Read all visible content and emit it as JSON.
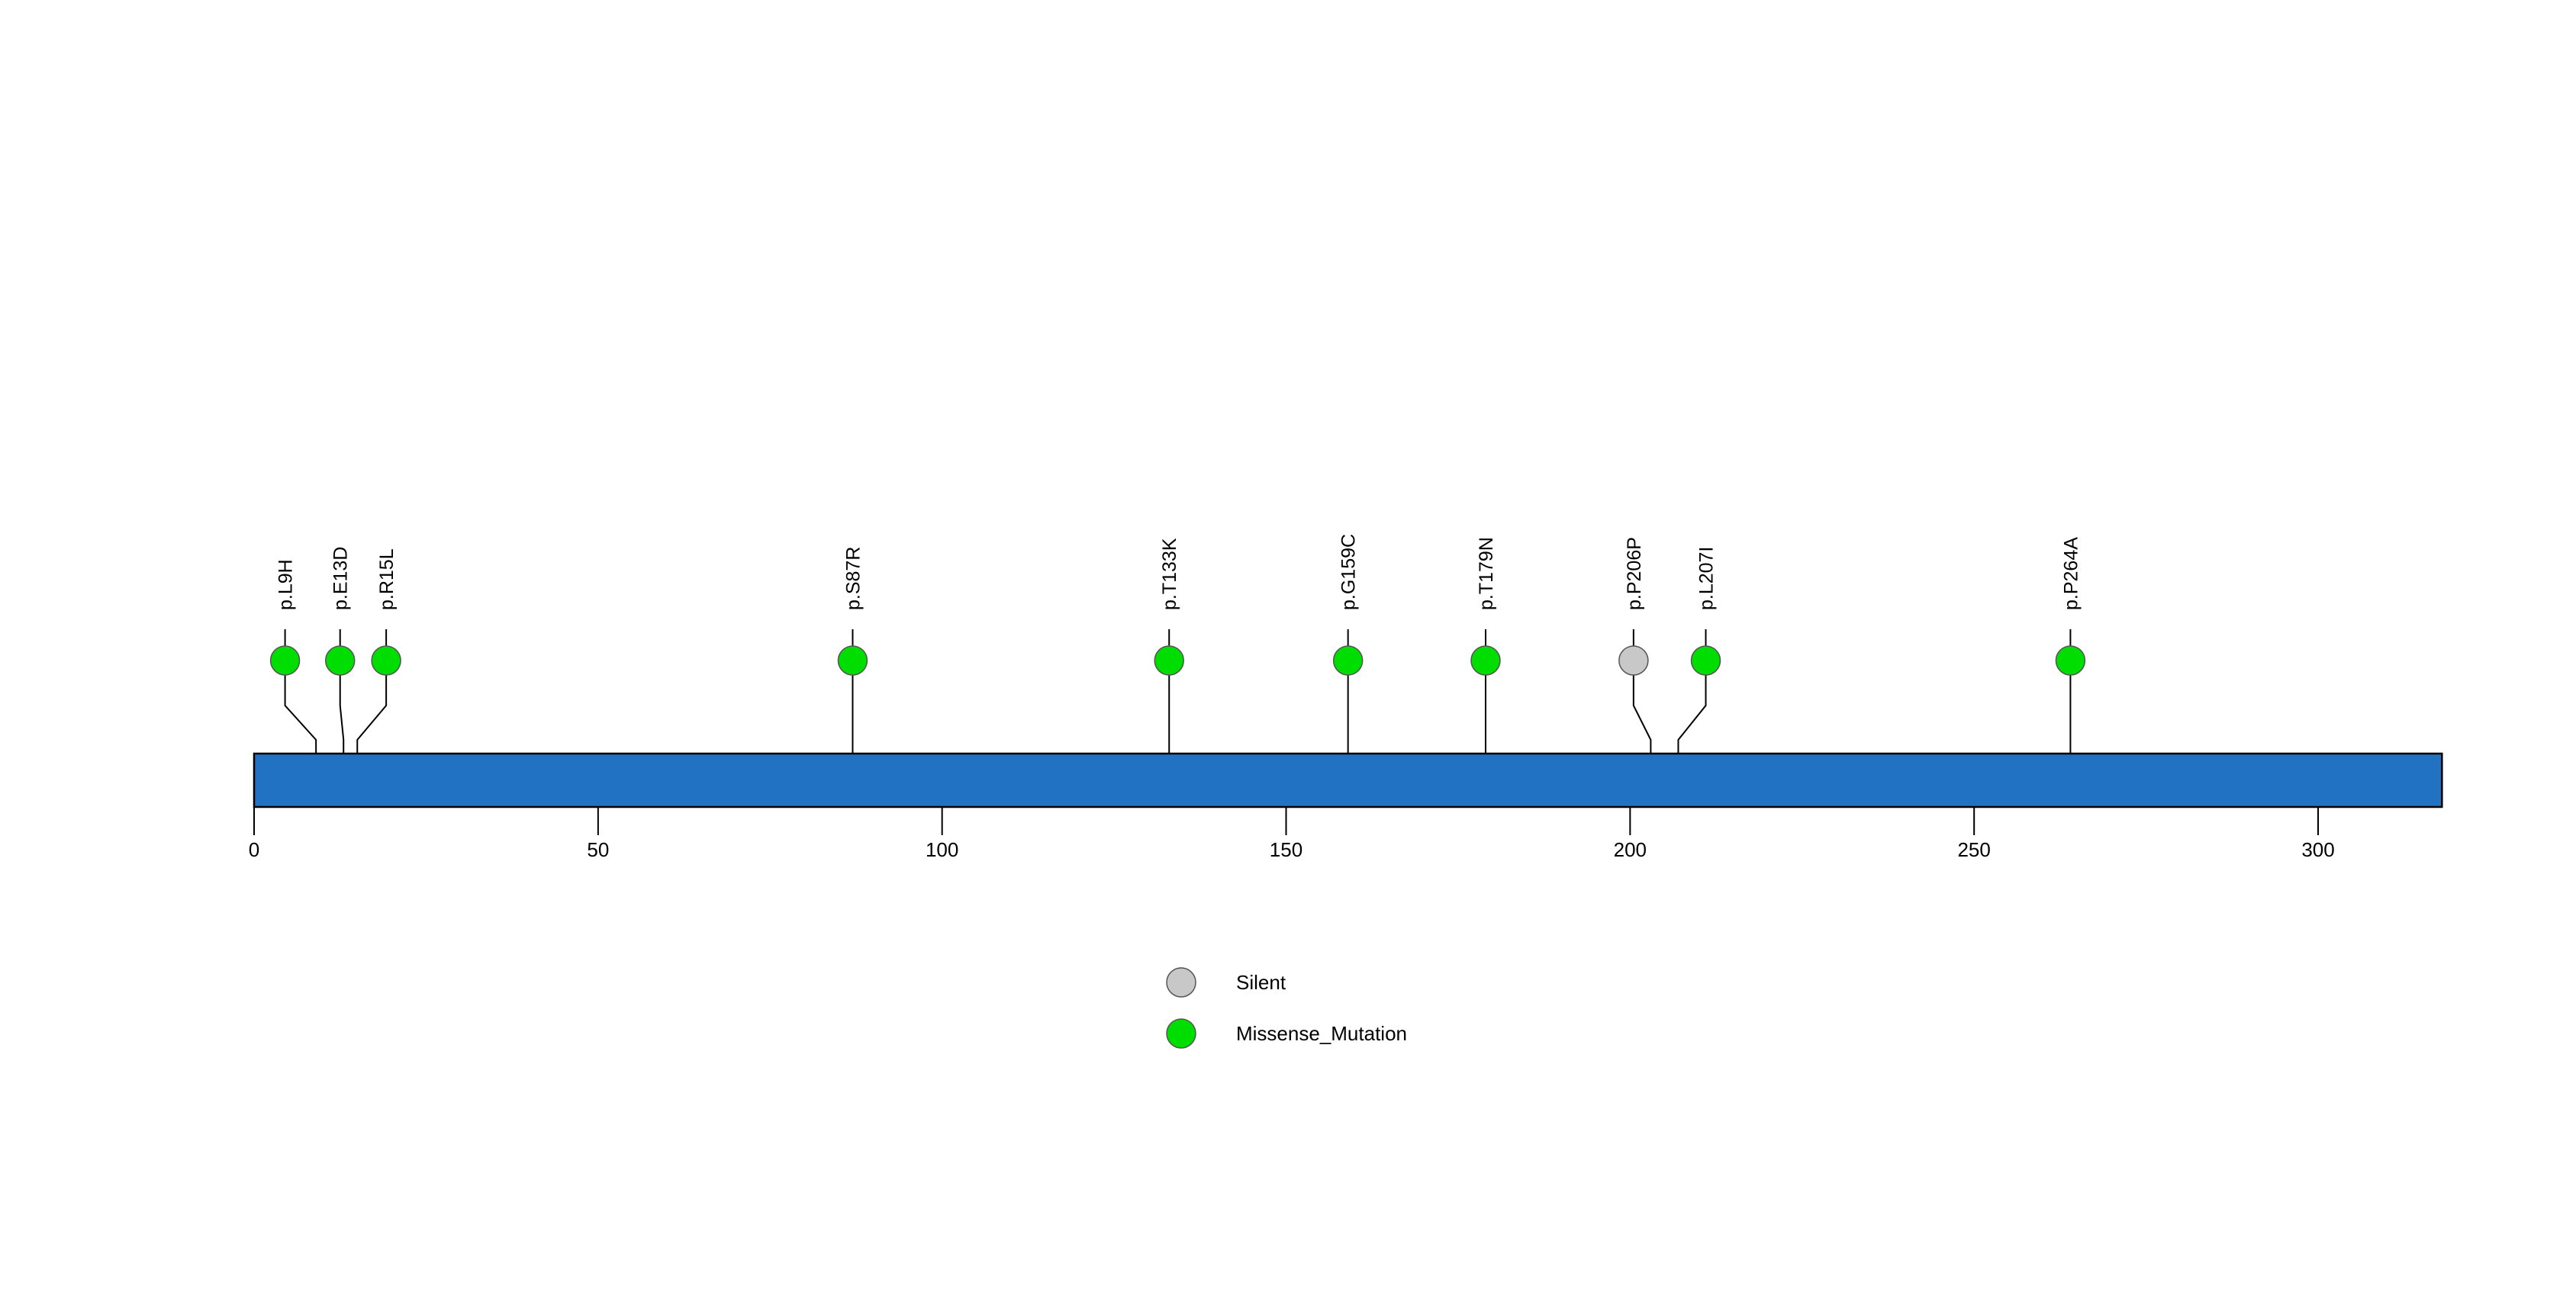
{
  "chart_data": {
    "type": "lollipop",
    "title": "",
    "xlabel": "",
    "ylabel": "",
    "xlim": [
      0,
      318
    ],
    "axis_ticks": [
      {
        "value": 0,
        "label": "0"
      },
      {
        "value": 50,
        "label": "50"
      },
      {
        "value": 100,
        "label": "100"
      },
      {
        "value": 150,
        "label": "150"
      },
      {
        "value": 200,
        "label": "200"
      },
      {
        "value": 250,
        "label": "250"
      },
      {
        "value": 300,
        "label": "300"
      }
    ],
    "protein_length": 318,
    "protein_bar_color": "#2272c4",
    "grid": false,
    "legend_position": "bottom-center",
    "mutations": [
      {
        "label": "p.L9H",
        "position": 9,
        "draw_position": 4.5,
        "type": "Missense_Mutation",
        "color": "#00dd00",
        "count": 1
      },
      {
        "label": "p.E13D",
        "position": 13,
        "draw_position": 12.5,
        "type": "Missense_Mutation",
        "color": "#00dd00",
        "count": 1
      },
      {
        "label": "p.R15L",
        "position": 15,
        "draw_position": 19.2,
        "type": "Missense_Mutation",
        "color": "#00dd00",
        "count": 1
      },
      {
        "label": "p.S87R",
        "position": 87,
        "draw_position": 87,
        "type": "Missense_Mutation",
        "color": "#00dd00",
        "count": 1
      },
      {
        "label": "p.T133K",
        "position": 133,
        "draw_position": 133,
        "type": "Missense_Mutation",
        "color": "#00dd00",
        "count": 1
      },
      {
        "label": "p.G159C",
        "position": 159,
        "draw_position": 159,
        "type": "Missense_Mutation",
        "color": "#00dd00",
        "count": 1
      },
      {
        "label": "p.T179N",
        "position": 179,
        "draw_position": 179,
        "type": "Missense_Mutation",
        "color": "#00dd00",
        "count": 1
      },
      {
        "label": "p.P206P",
        "position": 203,
        "draw_position": 200.5,
        "type": "Silent",
        "color": "#c8c8c8",
        "count": 1
      },
      {
        "label": "p.L207I",
        "position": 207,
        "draw_position": 211,
        "type": "Missense_Mutation",
        "color": "#00dd00",
        "count": 1
      },
      {
        "label": "p.P264A",
        "position": 264,
        "draw_position": 264,
        "type": "Missense_Mutation",
        "color": "#00dd00",
        "count": 1
      }
    ],
    "legend": [
      {
        "label": "Silent",
        "color": "#c8c8c8"
      },
      {
        "label": "Missense_Mutation",
        "color": "#00dd00"
      }
    ]
  }
}
